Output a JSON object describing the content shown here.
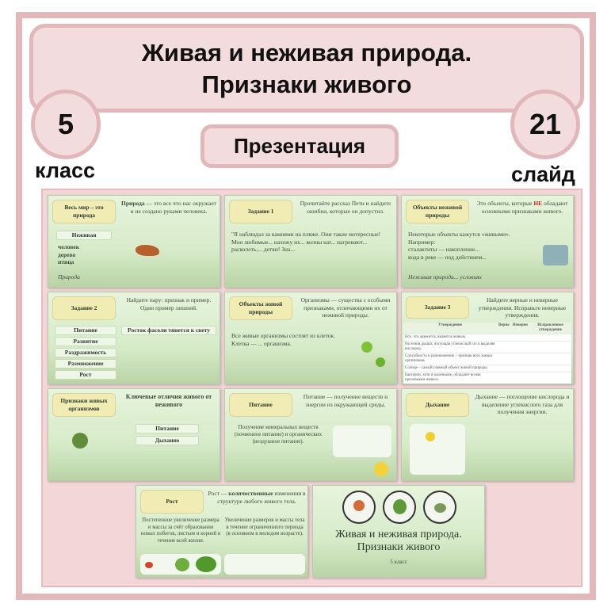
{
  "header": {
    "title_line1": "Живая и неживая природа.",
    "title_line2": "Признаки живого",
    "grade_number": "5",
    "grade_label": "класс",
    "slides_count": "21",
    "slides_label": "слайд",
    "type_label": "Презентация"
  },
  "colors": {
    "frame": "#e3b8ba",
    "header_fill": "#f3dcdd",
    "slide_green": "#d7ebc9",
    "tag_yellow": "#f1ebb4"
  },
  "slides": {
    "s1": {
      "tag": "Весь мир – это природа",
      "def_bold": "Природа",
      "def_rest": " — это все что нас окружает и не создано руками человека.",
      "box": "Неживая",
      "list": [
        "человек",
        "дерево",
        "птица"
      ],
      "caption": "Природа"
    },
    "s2": {
      "tag": "Задание 1",
      "task": "Прочитайте рассказ Пети и найдите ошибки, которые он допустил.",
      "story": "\"Я наблюдал за камнями на пляже. Они такие интересные! Мои любимые... нахожу их... волны кат... нагревают... расколоть,... детки! Зна..."
    },
    "s3": {
      "tag": "Объекты неживой природы",
      "def_a": "Это объекты, которые ",
      "def_ne": "НЕ",
      "def_b": " обладают основными признаками живого.",
      "intro": "Некоторые объекты кажутся «живыми».",
      "example": "Например:",
      "bullets": [
        "сталактиты — накопление...",
        "вода в реке — под действием..."
      ],
      "footer": "Неживая природа... условиях"
    },
    "s4": {
      "tag": "Задание 2",
      "task": "Найдите пару: признак и пример. Один пример лишний.",
      "left": [
        "Питание",
        "Развитие",
        "Раздражимость",
        "Размножение",
        "Рост"
      ],
      "right": "Росток фасоли тянется к свету"
    },
    "s5": {
      "tag": "Объекты живой природы",
      "def": "Организмы — существа с особыми признаками, отличающими их от неживой природы.",
      "body": "Все живые организмы состоят из клеток. Клетка — ... организма."
    },
    "s6": {
      "tag": "Задание 3",
      "task": "Найдите верные и неверные утверждения. Исправьте неверные утверждения.",
      "headers": [
        "Утверждение",
        "Верно",
        "Неверно",
        "Исправленное утверждение"
      ],
      "rows": [
        "Все, что движется, является живым.",
        "Растения дышат, поглощая углекислый газ и выделяя кислород.",
        "Способность к размножению – признак всех живых организмов.",
        "Солнце – самый главный объект живой природы.",
        "Бактерии, хотя и маленькие, обладают всеми признаками живого."
      ]
    },
    "s7": {
      "tag": "Признаки живых организмов",
      "heading": "Ключевые отличия живого от неживого",
      "items": [
        "Питание",
        "Дыхание"
      ]
    },
    "s8": {
      "tag": "Питание",
      "def": "Питание — получение веществ и энергии из окружающей среды.",
      "body": "Получение минеральных веществ (почвенное питание) и органических (воздушное питание)."
    },
    "s9": {
      "tag": "Дыхание",
      "def": "Дыхание — поглощение кислорода и выделение углекислого газа для получения энергии."
    },
    "s10": {
      "tag": "Рост",
      "def_a": "Рост — ",
      "def_bold": "количественные",
      "def_b": " изменения в структуре любого живого тела.",
      "body1": "Постепенное увеличение размера и массы за счёт образования новых побегов, листьев и корней в течение всей жизни.",
      "body2": "Увеличение размеров и массы тела в течение ограниченного периода (в основном в молодом возрасте)."
    },
    "s11": {
      "title1": "Живая и неживая природа.",
      "title2": "Признаки живого",
      "subtitle": "5 класс"
    }
  }
}
